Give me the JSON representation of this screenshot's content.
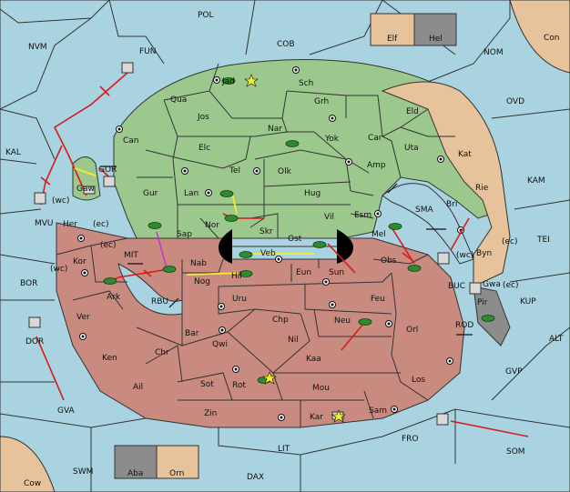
{
  "map": {
    "territories": [
      {
        "label": "POL"
      },
      {
        "label": "NVM"
      },
      {
        "label": "FUN"
      },
      {
        "label": "COB"
      },
      {
        "label": "Elf"
      },
      {
        "label": "Hel"
      },
      {
        "label": "Con"
      },
      {
        "label": "NOM"
      },
      {
        "label": "OVD"
      },
      {
        "label": "KAL"
      },
      {
        "label": "KAM"
      },
      {
        "label": "TEI"
      },
      {
        "label": "MVU"
      },
      {
        "label": "(wc)"
      },
      {
        "label": "GOR"
      },
      {
        "label": "Gaw"
      },
      {
        "label": "Jad"
      },
      {
        "label": "Sch"
      },
      {
        "label": "Qua"
      },
      {
        "label": "Grh"
      },
      {
        "label": "Jos"
      },
      {
        "label": "Eld"
      },
      {
        "label": "Can"
      },
      {
        "label": "Car"
      },
      {
        "label": "Elc"
      },
      {
        "label": "Nar"
      },
      {
        "label": "Yok"
      },
      {
        "label": "Uta"
      },
      {
        "label": "Kat"
      },
      {
        "label": "Tel"
      },
      {
        "label": "Olk"
      },
      {
        "label": "Amp"
      },
      {
        "label": "Gur"
      },
      {
        "label": "Lan"
      },
      {
        "label": "Hug"
      },
      {
        "label": "Rie"
      },
      {
        "label": "Bri"
      },
      {
        "label": "SMA"
      },
      {
        "label": "Esm"
      },
      {
        "label": "Vil"
      },
      {
        "label": "Nor"
      },
      {
        "label": "Skr"
      },
      {
        "label": "Her"
      },
      {
        "label": "(ec)"
      },
      {
        "label": "Sap"
      },
      {
        "label": "Mel"
      },
      {
        "label": "Ost"
      },
      {
        "label": "Veb"
      },
      {
        "label": "MIT"
      },
      {
        "label": "Byn"
      },
      {
        "label": "(ec)"
      },
      {
        "label": "Kor"
      },
      {
        "label": "(ec)"
      },
      {
        "label": "Nab"
      },
      {
        "label": "Obs"
      },
      {
        "label": "(wc)"
      },
      {
        "label": "(wc)"
      },
      {
        "label": "Eun"
      },
      {
        "label": "Sun"
      },
      {
        "label": "BOR"
      },
      {
        "label": "Hil"
      },
      {
        "label": "Gwa"
      },
      {
        "label": "(ec)"
      },
      {
        "label": "Nog"
      },
      {
        "label": "BUC"
      },
      {
        "label": "Ark"
      },
      {
        "label": "Uru"
      },
      {
        "label": "Feu"
      },
      {
        "label": "RBU"
      },
      {
        "label": "Pir"
      },
      {
        "label": "KUP"
      },
      {
        "label": "Ver"
      },
      {
        "label": "Chp"
      },
      {
        "label": "Neu"
      },
      {
        "label": "Orl"
      },
      {
        "label": "ROD"
      },
      {
        "label": "Bar"
      },
      {
        "label": "Nil"
      },
      {
        "label": "DOR"
      },
      {
        "label": "Qwi"
      },
      {
        "label": "ALT"
      },
      {
        "label": "Ken"
      },
      {
        "label": "Chr"
      },
      {
        "label": "Kaa"
      },
      {
        "label": "GVP"
      },
      {
        "label": "Ail"
      },
      {
        "label": "Sot"
      },
      {
        "label": "Rot"
      },
      {
        "label": "Mou"
      },
      {
        "label": "Los"
      },
      {
        "label": "GVA"
      },
      {
        "label": "Zin"
      },
      {
        "label": "Sam"
      },
      {
        "label": "Kar"
      },
      {
        "label": "FRO"
      },
      {
        "label": "SOM"
      },
      {
        "label": "LIT"
      },
      {
        "label": "SWM"
      },
      {
        "label": "Aba"
      },
      {
        "label": "Orn"
      },
      {
        "label": "DAX"
      },
      {
        "label": "Cow"
      }
    ]
  },
  "colors": {
    "sea": "#a9d3e0",
    "north": "#9dc88d",
    "south": "#c98a80",
    "neutral": "#e6c39a",
    "closed": "#8c8c8c"
  }
}
